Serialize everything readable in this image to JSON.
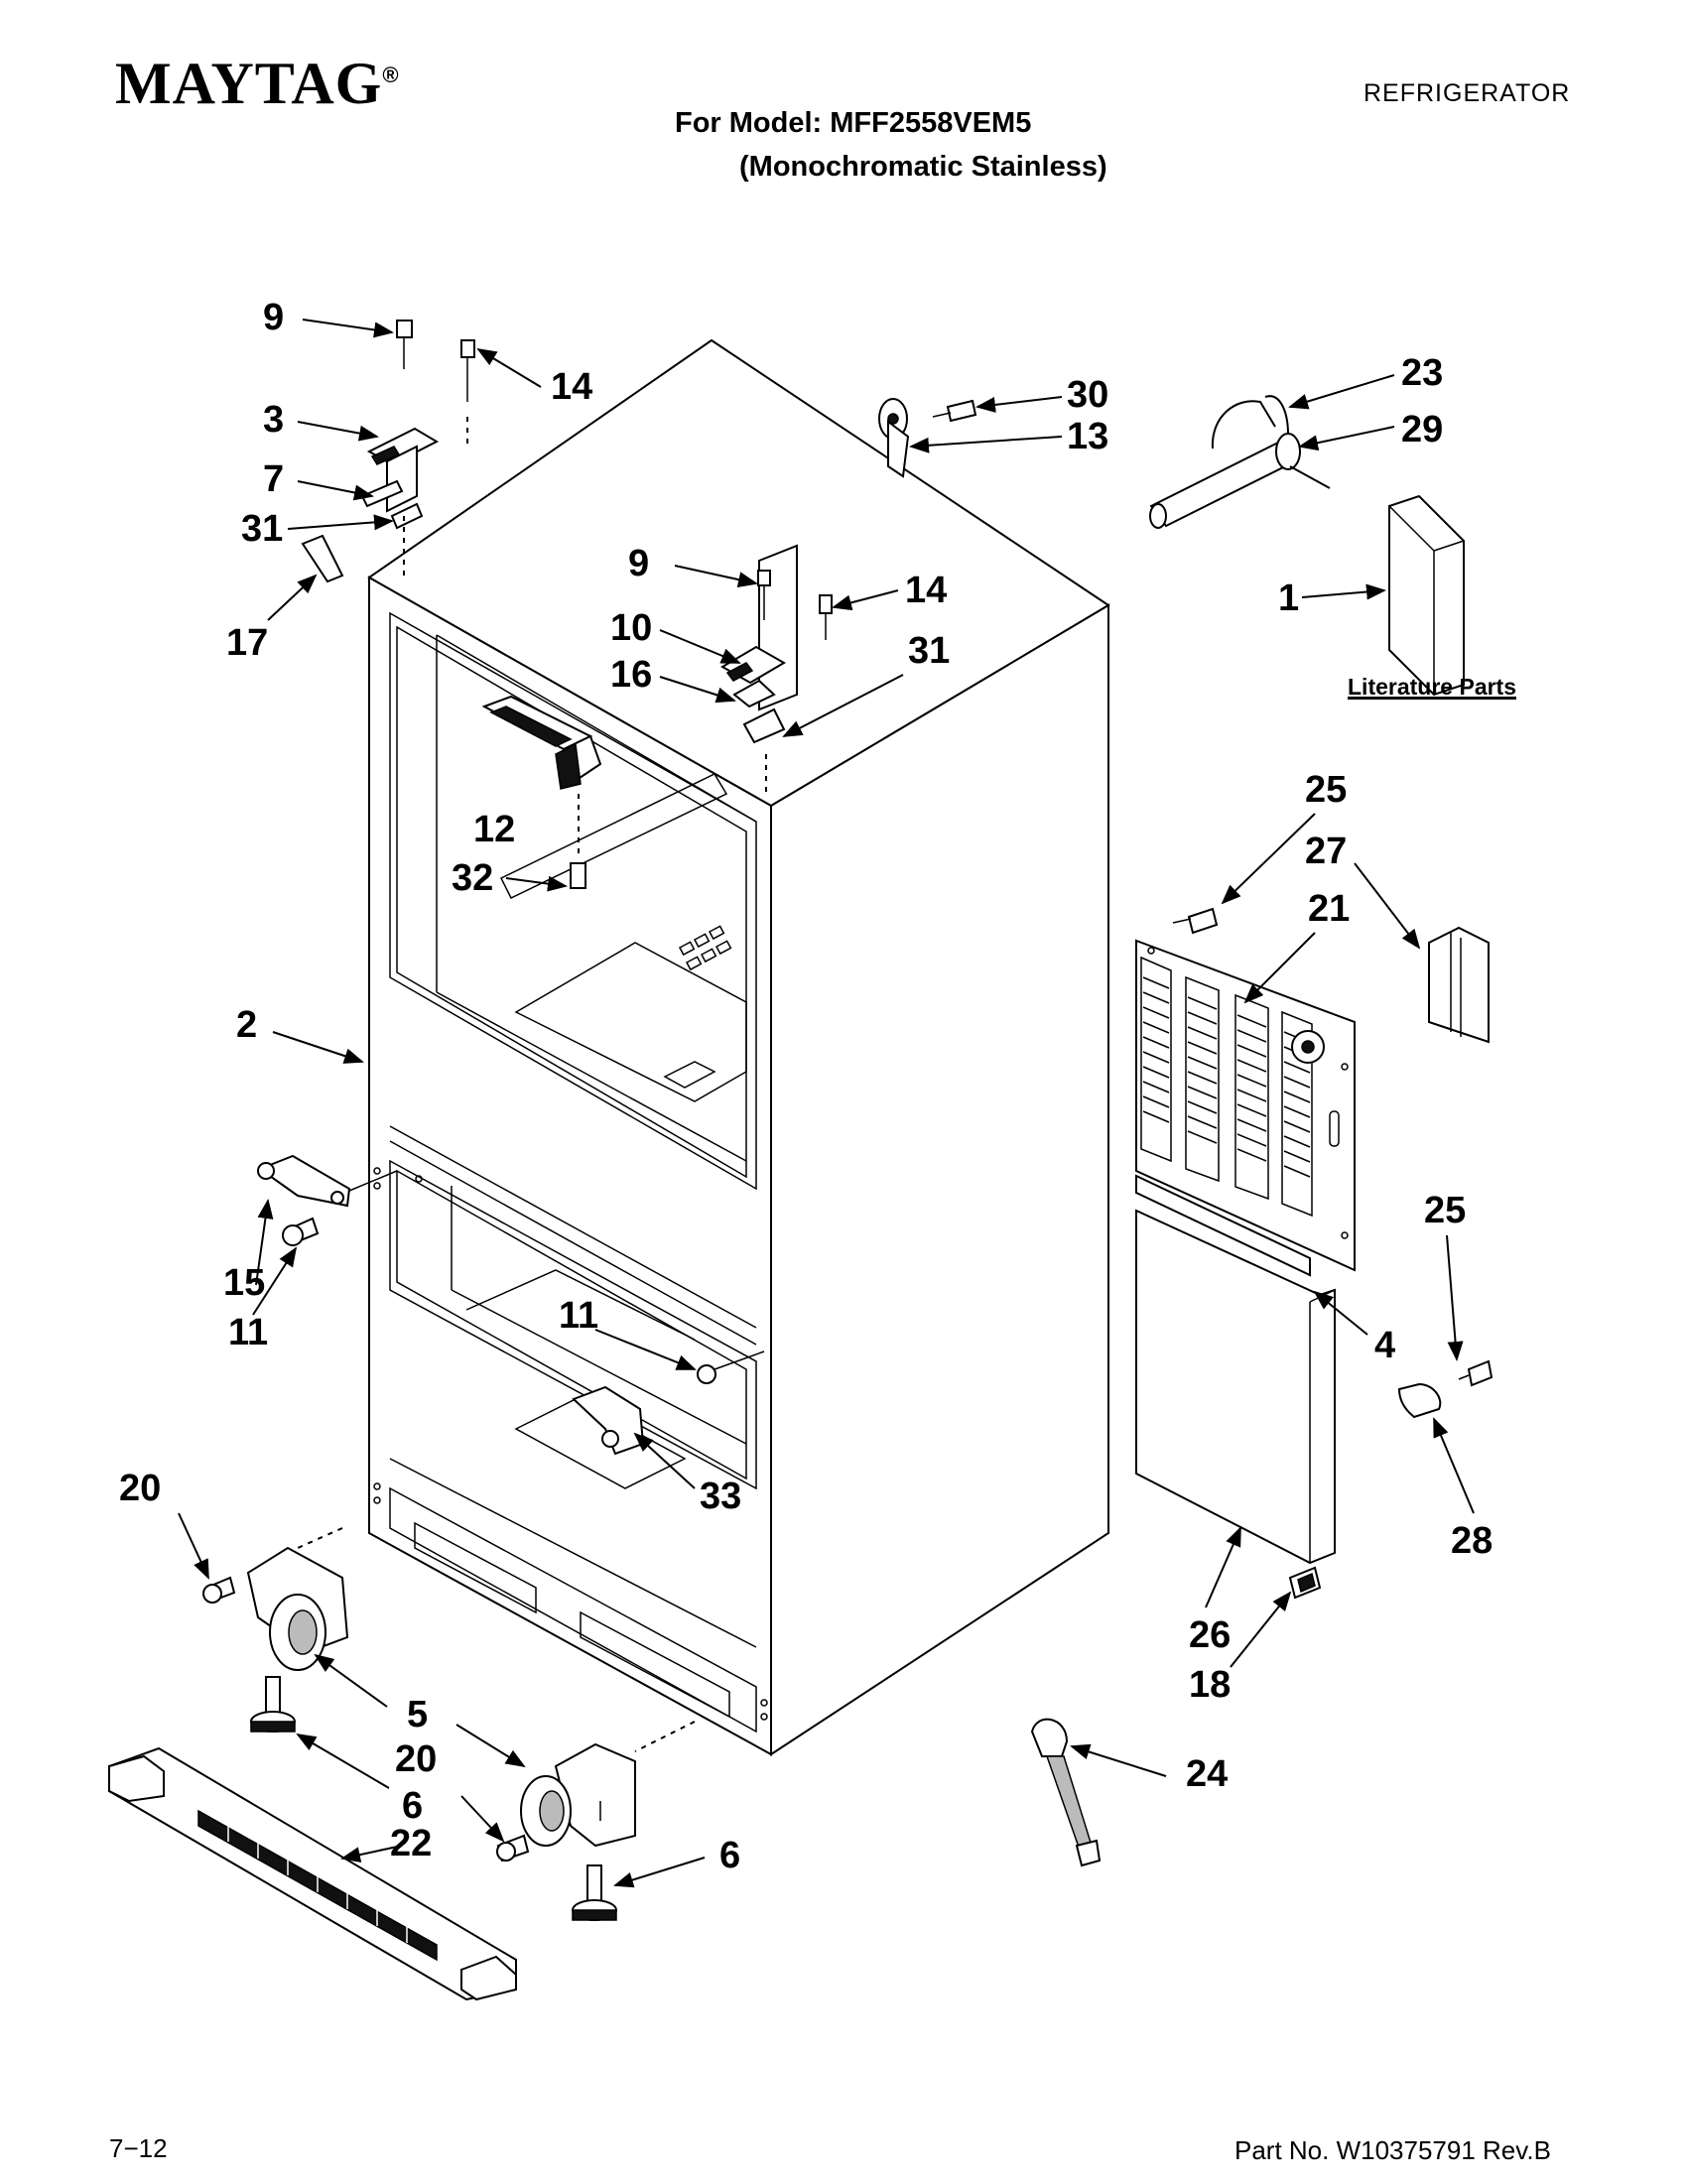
{
  "header": {
    "brand": "MAYTAG",
    "registered": "®",
    "category": "REFRIGERATOR",
    "model_line": "For Model: MFF2558VEM5",
    "finish_line": "(Monochromatic Stainless)"
  },
  "literature_label": "Literature Parts",
  "callouts": [
    {
      "id": "c9a",
      "text": "9"
    },
    {
      "id": "c14a",
      "text": "14"
    },
    {
      "id": "c3",
      "text": "3"
    },
    {
      "id": "c7",
      "text": "7"
    },
    {
      "id": "c31a",
      "text": "31"
    },
    {
      "id": "c17",
      "text": "17"
    },
    {
      "id": "c30",
      "text": "30"
    },
    {
      "id": "c13",
      "text": "13"
    },
    {
      "id": "c23",
      "text": "23"
    },
    {
      "id": "c29",
      "text": "29"
    },
    {
      "id": "c1",
      "text": "1"
    },
    {
      "id": "c9b",
      "text": "9"
    },
    {
      "id": "c14b",
      "text": "14"
    },
    {
      "id": "c10",
      "text": "10"
    },
    {
      "id": "c16",
      "text": "16"
    },
    {
      "id": "c31b",
      "text": "31"
    },
    {
      "id": "c12",
      "text": "12"
    },
    {
      "id": "c32",
      "text": "32"
    },
    {
      "id": "c25a",
      "text": "25"
    },
    {
      "id": "c27",
      "text": "27"
    },
    {
      "id": "c21",
      "text": "21"
    },
    {
      "id": "c2",
      "text": "2"
    },
    {
      "id": "c15",
      "text": "15"
    },
    {
      "id": "c11a",
      "text": "11"
    },
    {
      "id": "c11b",
      "text": "11"
    },
    {
      "id": "c25b",
      "text": "25"
    },
    {
      "id": "c4",
      "text": "4"
    },
    {
      "id": "c33",
      "text": "33"
    },
    {
      "id": "c28",
      "text": "28"
    },
    {
      "id": "c20a",
      "text": "20"
    },
    {
      "id": "c26",
      "text": "26"
    },
    {
      "id": "c18",
      "text": "18"
    },
    {
      "id": "c5",
      "text": "5"
    },
    {
      "id": "c20b",
      "text": "20"
    },
    {
      "id": "c6a",
      "text": "6"
    },
    {
      "id": "c24",
      "text": "24"
    },
    {
      "id": "c22",
      "text": "22"
    },
    {
      "id": "c6b",
      "text": "6"
    }
  ],
  "footer": {
    "page": "7−12",
    "part_no": "Part No. W10375791 Rev.B"
  }
}
